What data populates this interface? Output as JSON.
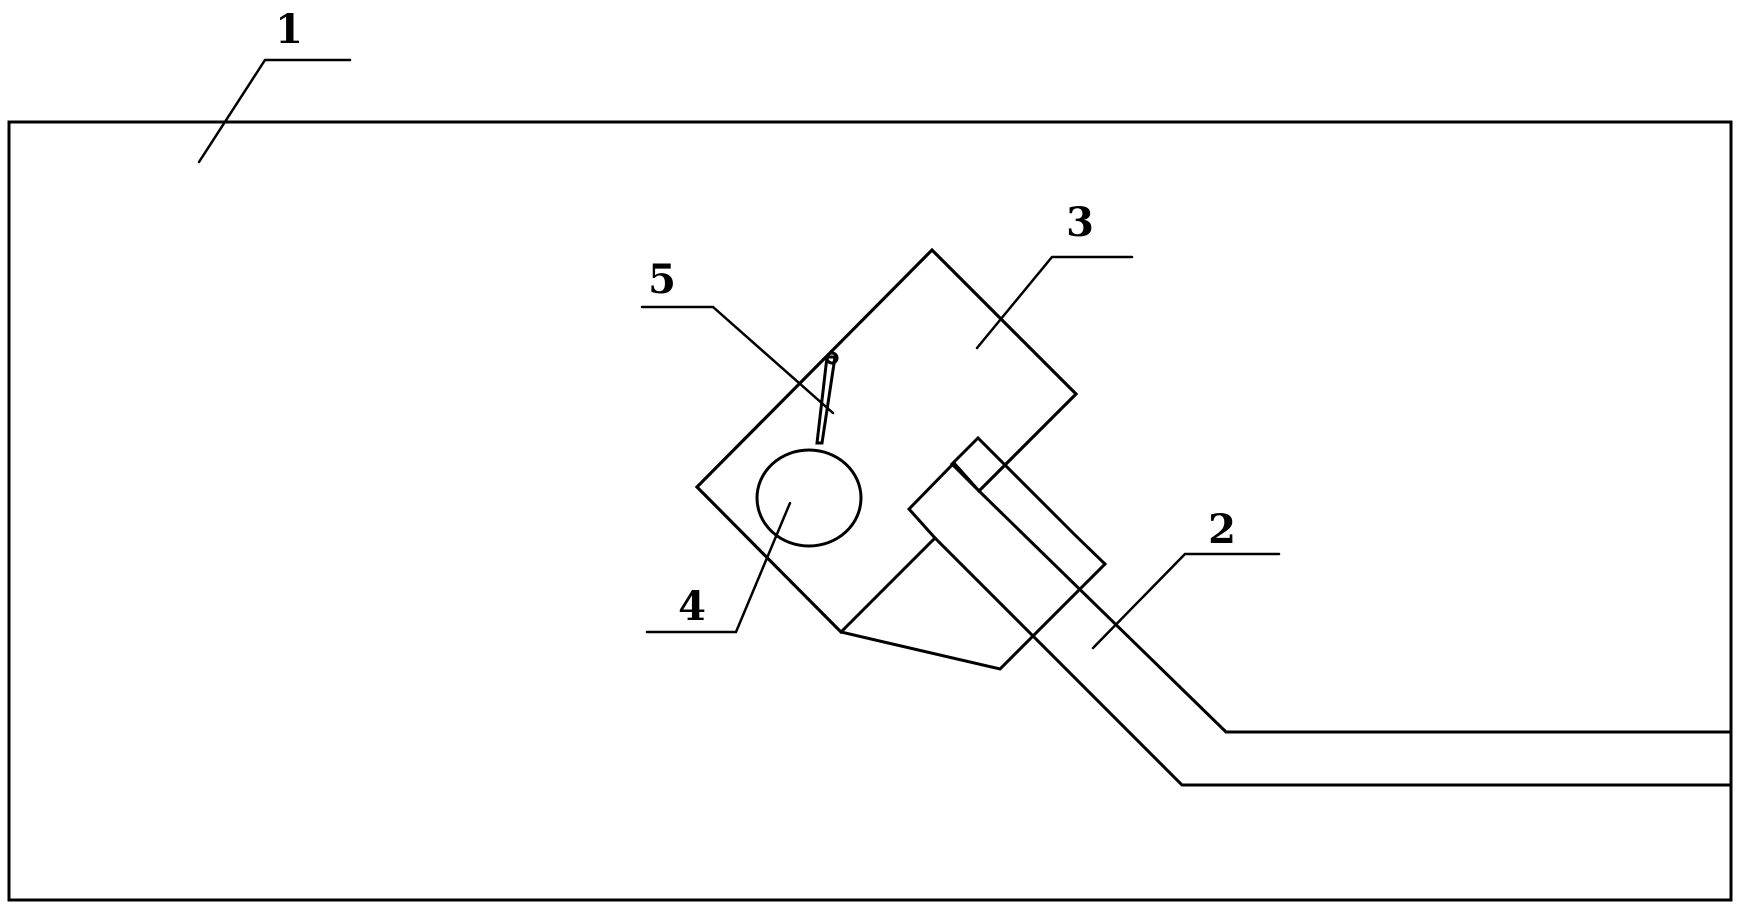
{
  "labels": {
    "board": "1",
    "strip": "2",
    "block": "3",
    "hole": "4",
    "pin": "5"
  },
  "colors": {
    "line": "#000000",
    "background": "#ffffff"
  }
}
